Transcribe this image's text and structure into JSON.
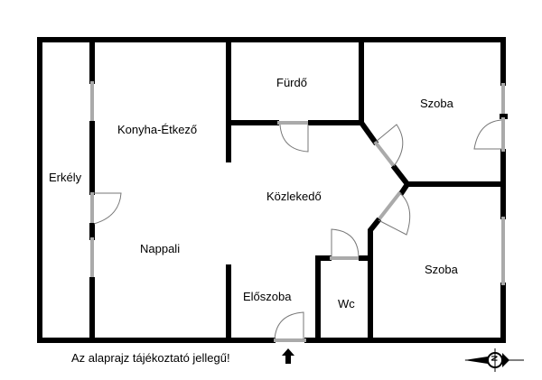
{
  "floorplan": {
    "rooms": [
      {
        "id": "konyha",
        "label": "Konyha-Étkező"
      },
      {
        "id": "erkely",
        "label": "Erkély"
      },
      {
        "id": "nappali",
        "label": "Nappali"
      },
      {
        "id": "furdo",
        "label": "Fürdő"
      },
      {
        "id": "szoba1",
        "label": "Szoba"
      },
      {
        "id": "kozlekedo",
        "label": "Közlekedő"
      },
      {
        "id": "szoba2",
        "label": "Szoba"
      },
      {
        "id": "eloszoba",
        "label": "Előszoba"
      },
      {
        "id": "wc",
        "label": "Wc"
      }
    ],
    "disclaimer": "Az alaprajz tájékoztató jellegű!",
    "entrance_icon": "arrow-up-icon",
    "compass_icon": "compass-north-icon",
    "compass_letter": "N"
  }
}
